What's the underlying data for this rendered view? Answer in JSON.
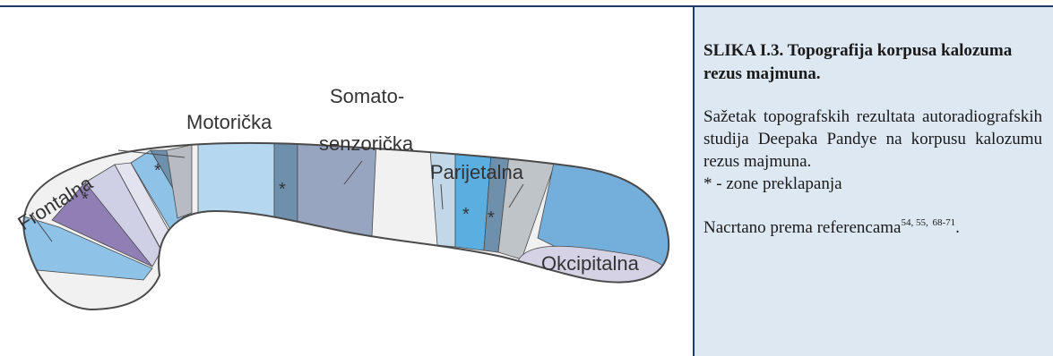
{
  "figure": {
    "labels": {
      "frontalna": "Frontalna",
      "motoricka": "Motorička",
      "somato_line1": "Somato-",
      "somato_line2": "senzorička",
      "parijetalna": "Parijetalna",
      "okcipitalna": "Okcipitalna"
    },
    "overlap_marker": "*",
    "colors": {
      "outline": "#4a4a4a",
      "base_fill": "#f1f1f1",
      "frontal_blue": "#8ec2e6",
      "frontal_purple": "#8f7fb4",
      "frontal_lavender": "#cfcfe6",
      "motor_light_blue": "#b5d8f0",
      "overlap_steel": "#6e90ad",
      "somato_slate": "#97a5c0",
      "parietal_pale": "#c2d8e8",
      "parietal_blue": "#5aaee0",
      "parietal_grey": "#bfc4c9",
      "occipital_blue": "#74afdb",
      "occipital_lavender": "#d6d2e6"
    }
  },
  "caption": {
    "title": "SLIKA I.3. Topografija korpusa kalozuma rezus majmuna.",
    "description": "Sažetak topografskih rezultata autoradiografskih studija Deepaka Pandye na korpusu kalozumu rezus majmuna.",
    "overlap_note": "* - zone preklapanja",
    "reference_text": "Nacrtano prema referencama",
    "reference_numbers_line1": "54, 55,",
    "reference_numbers_line2": "68-71",
    "reference_end": "."
  }
}
